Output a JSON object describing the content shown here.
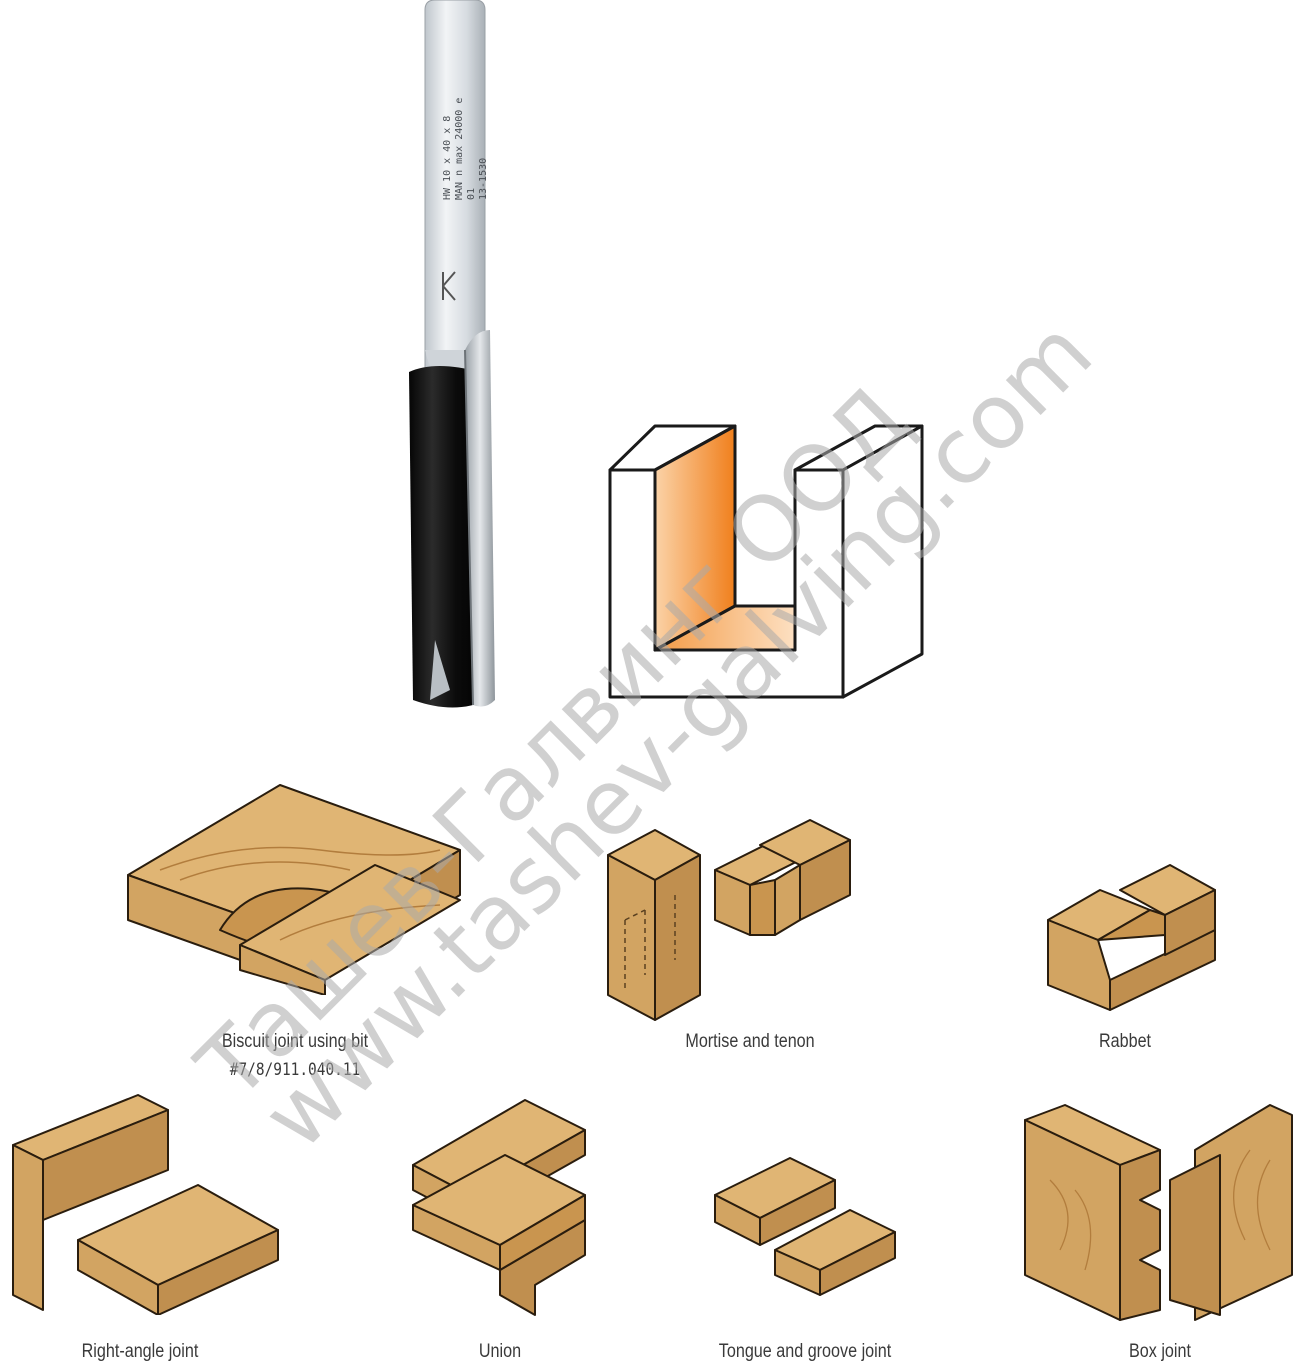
{
  "bit": {
    "shank_text": [
      "HW   10 x 40 x 8",
      "MAN n max 24000 e 01",
      "13-1530"
    ]
  },
  "captions": {
    "biscuit_line1": "Biscuit joint using bit",
    "biscuit_line2": "#7/8/911.040.11",
    "mortise": "Mortise and tenon",
    "rabbet": "Rabbet",
    "right_angle": "Right-angle joint",
    "union": "Union",
    "tongue": "Tongue and groove joint",
    "box": "Box joint"
  },
  "watermark": {
    "line1": "Ташев-Галвинг ООД",
    "line2": "www.tashev-galving.com"
  },
  "colors": {
    "wood": "#d9a866",
    "wood_dark": "#b3874c",
    "wood_line": "#c99553",
    "cut_orange": "#f08a24",
    "outline": "#1a1a1a"
  }
}
